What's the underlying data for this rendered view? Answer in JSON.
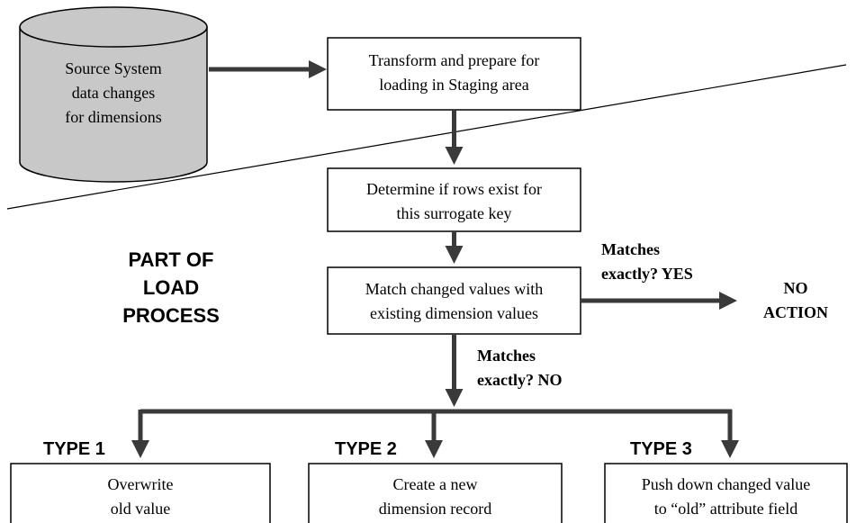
{
  "source": {
    "lines": [
      "Source System",
      "data changes",
      "for dimensions"
    ]
  },
  "steps": {
    "transform": [
      "Transform and prepare for",
      "loading in Staging area"
    ],
    "determine": [
      "Determine if rows exist for",
      "this surrogate key"
    ],
    "match": [
      "Match changed values with",
      "existing dimension values"
    ]
  },
  "decisions": {
    "yes": [
      "Matches",
      "exactly? YES"
    ],
    "no": [
      "Matches",
      "exactly? NO"
    ],
    "no_action": [
      "NO",
      "ACTION"
    ]
  },
  "section_label": [
    "PART OF",
    "LOAD",
    "PROCESS"
  ],
  "types": [
    {
      "label": "TYPE 1",
      "box": [
        "Overwrite",
        "old value"
      ]
    },
    {
      "label": "TYPE 2",
      "box": [
        "Create a new",
        "dimension record"
      ]
    },
    {
      "label": "TYPE 3",
      "box": [
        "Push down changed value",
        "to “old” attribute field"
      ]
    }
  ],
  "colors": {
    "cylinder_fill": "#c8c8c8",
    "line": "#3a3a3a"
  }
}
